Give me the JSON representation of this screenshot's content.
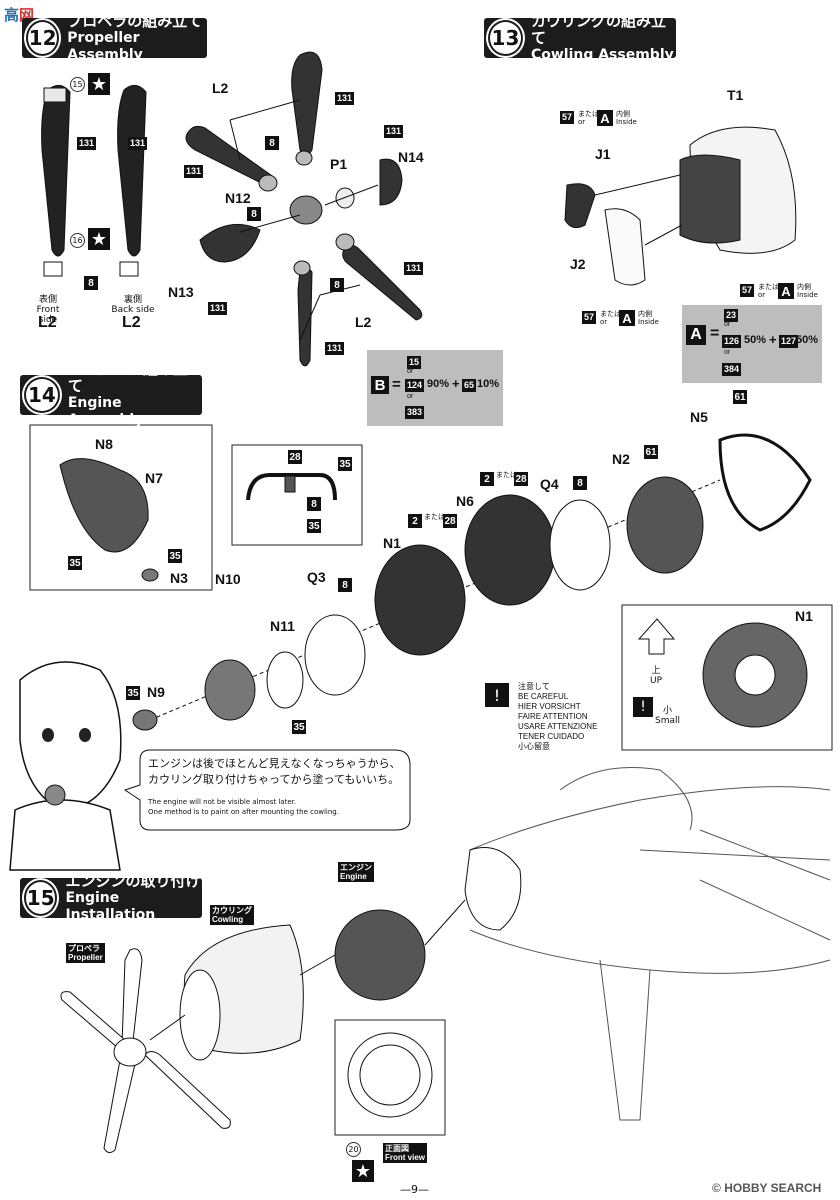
{
  "watermark": {
    "left": "高",
    "logo": "网"
  },
  "step12": {
    "num": "12",
    "jp": "プロペラの組み立て",
    "en": "Propeller Assembly"
  },
  "step13": {
    "num": "13",
    "jp": "カウリングの組み立て",
    "en": "Cowling Assembly"
  },
  "step14": {
    "num": "14",
    "jp": "エンジンの組み立て",
    "en": "Engine Assembly"
  },
  "step15": {
    "num": "15",
    "jp": "エンジンの取り付け",
    "en": "Engine Installation"
  },
  "parts": {
    "L2": "L2",
    "P1": "P1",
    "N14": "N14",
    "N12": "N12",
    "N13": "N13",
    "T1": "T1",
    "J1": "J1",
    "J2": "J2",
    "N8": "N8",
    "N7": "N7",
    "N3": "N3",
    "N10": "N10",
    "N11": "N11",
    "Q3": "Q3",
    "N1": "N1",
    "N6": "N6",
    "Q4": "Q4",
    "N2": "N2",
    "N5": "N5",
    "N9": "N9"
  },
  "codes": {
    "c131": "131",
    "c8": "8",
    "c15": "15",
    "c16": "16",
    "c57": "57",
    "c35": "35",
    "c28": "28",
    "c2": "2",
    "c61": "61",
    "c20": "20"
  },
  "sides": {
    "front_jp": "表側",
    "front_en": "Front side",
    "back_jp": "裏側",
    "back_en": "Back side"
  },
  "inside": {
    "jp": "内側",
    "en": "Inside",
    "or_jp": "または",
    "or_en": "or",
    "letter": "A"
  },
  "mixA": {
    "letter": "A",
    "eq": "=",
    "c23": "23",
    "c126": "126",
    "p1": "50%",
    "plus": "+",
    "c127": "127",
    "p2": "50%",
    "c384": "384"
  },
  "mixB": {
    "letter": "B",
    "eq": "=",
    "c15": "15",
    "c124": "124",
    "p1": "90%",
    "plus": "+",
    "c65": "65",
    "p2": "10%",
    "c383": "383"
  },
  "caution": [
    "注意して",
    "BE CAREFUL",
    "HIER VORSICHT",
    "FAIRE ATTENTION",
    "USARE ATTENZIONE",
    "TENER CUIDADO",
    "小心留意"
  ],
  "up": {
    "jp": "上",
    "en": "UP"
  },
  "small": {
    "jp": "小",
    "en": "Small"
  },
  "note": {
    "jp": "エンジンは後でほとんど見えなくなっちゃうから、カウリング取り付けちゃってから塗ってもいいち。",
    "en1": "The engine will not be visible almost later.",
    "en2": "One method is to paint on after mounting the cowling."
  },
  "s15": {
    "prop_jp": "プロペラ",
    "prop_en": "Propeller",
    "cowl_jp": "カウリング",
    "cowl_en": "Cowling",
    "eng_jp": "エンジン",
    "eng_en": "Engine",
    "fv_jp": "正面図",
    "fv_en": "Front view"
  },
  "footer": {
    "page": "—9—",
    "brand": "HOBBY SEARCH"
  }
}
